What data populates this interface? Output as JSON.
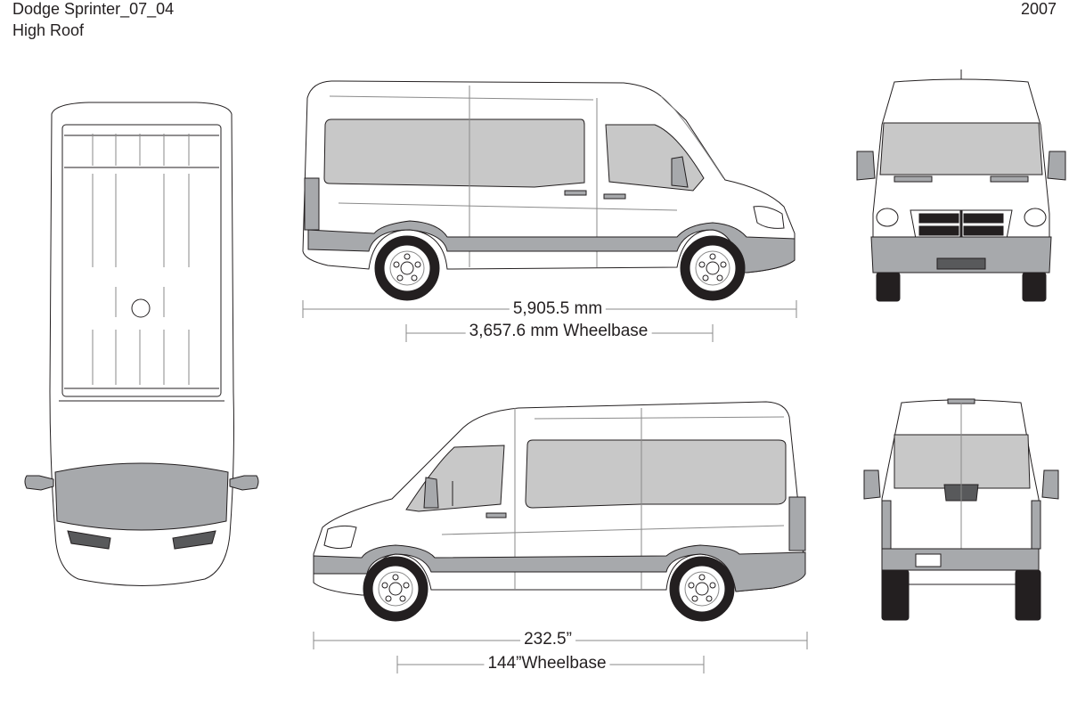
{
  "header": {
    "title": "Dodge Sprinter_07_04",
    "subtitle": "High Roof",
    "year": "2007"
  },
  "dimensions": {
    "length_metric": "5,905.5 mm",
    "wheelbase_metric": "3,657.6 mm Wheelbase",
    "length_imperial": "232.5”",
    "wheelbase_imperial": "144”Wheelbase"
  },
  "colors": {
    "outline": "#231f20",
    "body": "#ffffff",
    "glass": "#c8c8c8",
    "trim": "#a7a9ac",
    "dark": "#231f20",
    "line": "#8a8a8a"
  }
}
